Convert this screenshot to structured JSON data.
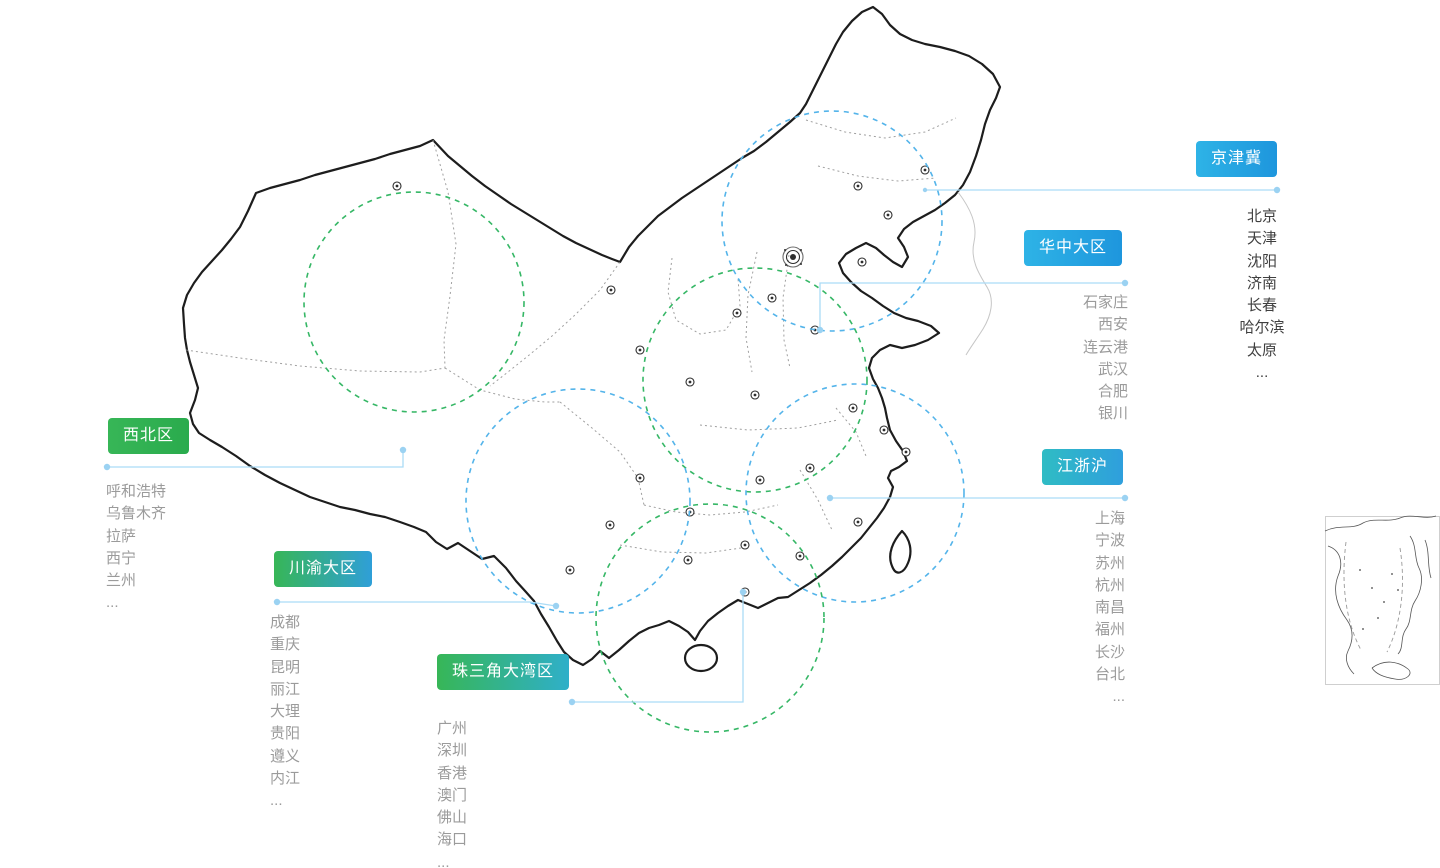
{
  "map": {
    "title": "china-regions-coverage-map",
    "outline_color": "#1d1d1d",
    "province_line_color": "#8f8f8f",
    "connector_color": "#abdcf6",
    "connector_dot_color": "#9bd2f2",
    "circle_green": "#36b766",
    "circle_blue": "#54b4ea",
    "inset_border_color": "#cfcfcf"
  },
  "regions": [
    {
      "label": "京津冀",
      "badge_from": "#2eb3e6",
      "badge_to": "#1e96dd",
      "list_color": "#3f3f3f",
      "cities": [
        "北京",
        "天津",
        "沈阳",
        "济南",
        "长春",
        "哈尔滨",
        "太原",
        "..."
      ]
    },
    {
      "label": "华中大区",
      "badge_from": "#2eb3e6",
      "badge_to": "#1e96dd",
      "list_color": "#9b9b9b",
      "cities": [
        "石家庄",
        "西安",
        "连云港",
        "武汉",
        "合肥",
        "银川"
      ]
    },
    {
      "label": "西北区",
      "badge_from": "#37b657",
      "badge_to": "#2aab4d",
      "list_color": "#9b9b9b",
      "cities": [
        "呼和浩特",
        "乌鲁木齐",
        "拉萨",
        "西宁",
        "兰州",
        "..."
      ]
    },
    {
      "label": "江浙沪",
      "badge_from": "#2fbcc4",
      "badge_to": "#2f9fdd",
      "list_color": "#9b9b9b",
      "cities": [
        "上海",
        "宁波",
        "苏州",
        "杭州",
        "南昌",
        "福州",
        "长沙",
        "台北",
        "..."
      ]
    },
    {
      "label": "川渝大区",
      "badge_from": "#37b657",
      "badge_to": "#2f9fd8",
      "list_color": "#9b9b9b",
      "cities": [
        "成都",
        "重庆",
        "昆明",
        "丽江",
        "大理",
        "贵阳",
        "遵义",
        "内江",
        "..."
      ]
    },
    {
      "label": "珠三角大湾区",
      "badge_from": "#37b657",
      "badge_to": "#2fafc9",
      "list_color": "#9b9b9b",
      "cities": [
        "广州",
        "深圳",
        "香港",
        "澳门",
        "佛山",
        "海口",
        "..."
      ]
    }
  ]
}
